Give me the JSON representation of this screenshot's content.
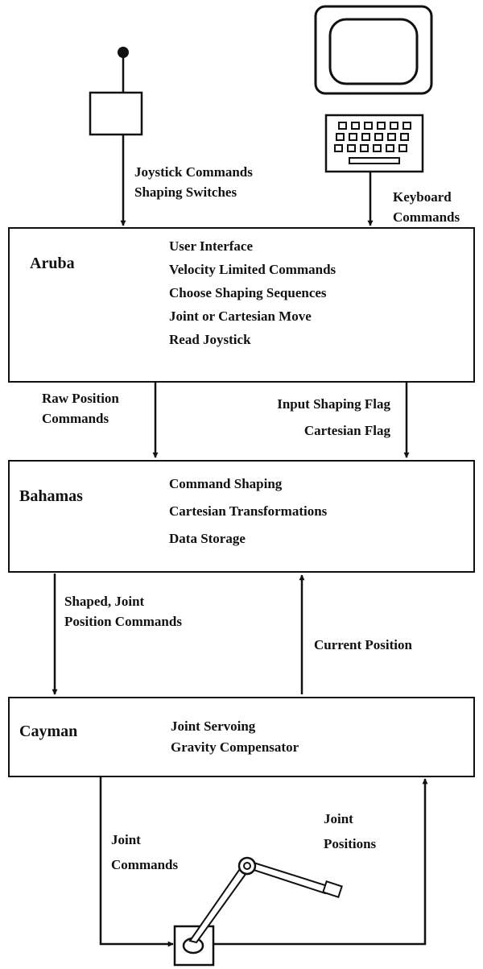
{
  "top": {
    "joystick_label": [
      "Joystick Commands",
      "Shaping Switches"
    ],
    "keyboard_label": [
      "Keyboard",
      "Commands"
    ]
  },
  "aruba": {
    "name": "Aruba",
    "items": [
      "User Interface",
      "Velocity Limited Commands",
      "Choose Shaping Sequences",
      "Joint or Cartesian Move",
      "Read Joystick"
    ]
  },
  "aruba_to_bahamas": {
    "left_label": [
      "Raw Position",
      "Commands"
    ],
    "right_label": [
      "Input Shaping Flag",
      "Cartesian Flag"
    ]
  },
  "bahamas": {
    "name": "Bahamas",
    "items": [
      "Command Shaping",
      "Cartesian Transformations",
      "Data Storage"
    ]
  },
  "bahamas_cayman": {
    "down_label": [
      "Shaped, Joint",
      "Position Commands"
    ],
    "up_label": "Current Position"
  },
  "cayman": {
    "name": "Cayman",
    "items": [
      "Joint Servoing",
      "Gravity Compensator"
    ]
  },
  "robot_loop": {
    "left_label": [
      "Joint",
      "Commands"
    ],
    "right_label": [
      "Joint",
      "Positions"
    ]
  }
}
